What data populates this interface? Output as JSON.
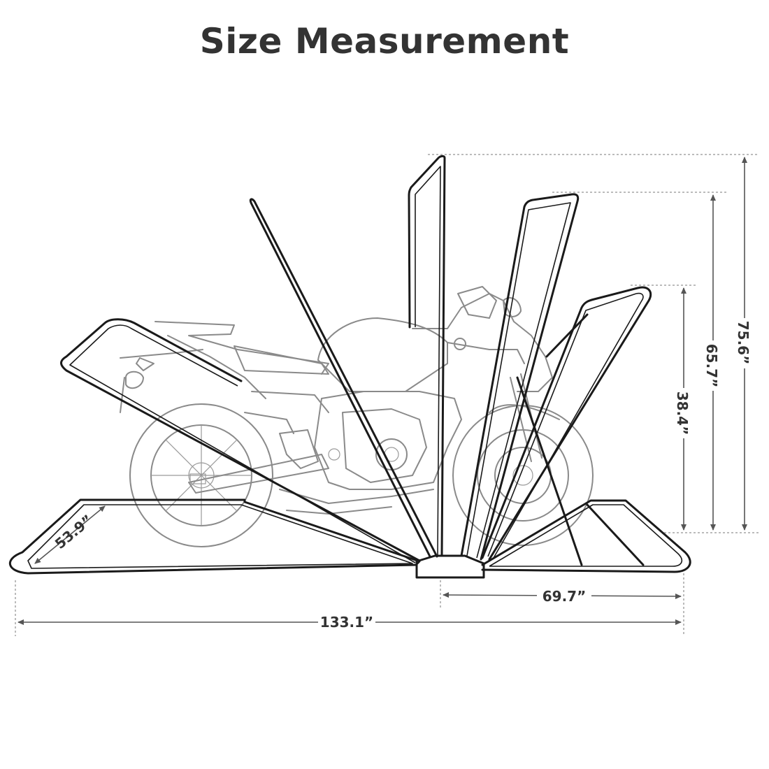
{
  "title": "Size Measurement",
  "dimensions": {
    "total_height": "75.6”",
    "mid_height": "65.7”",
    "low_height": "38.4”",
    "depth": "53.9”",
    "half_length": "69.7”",
    "total_length": "133.1”"
  }
}
